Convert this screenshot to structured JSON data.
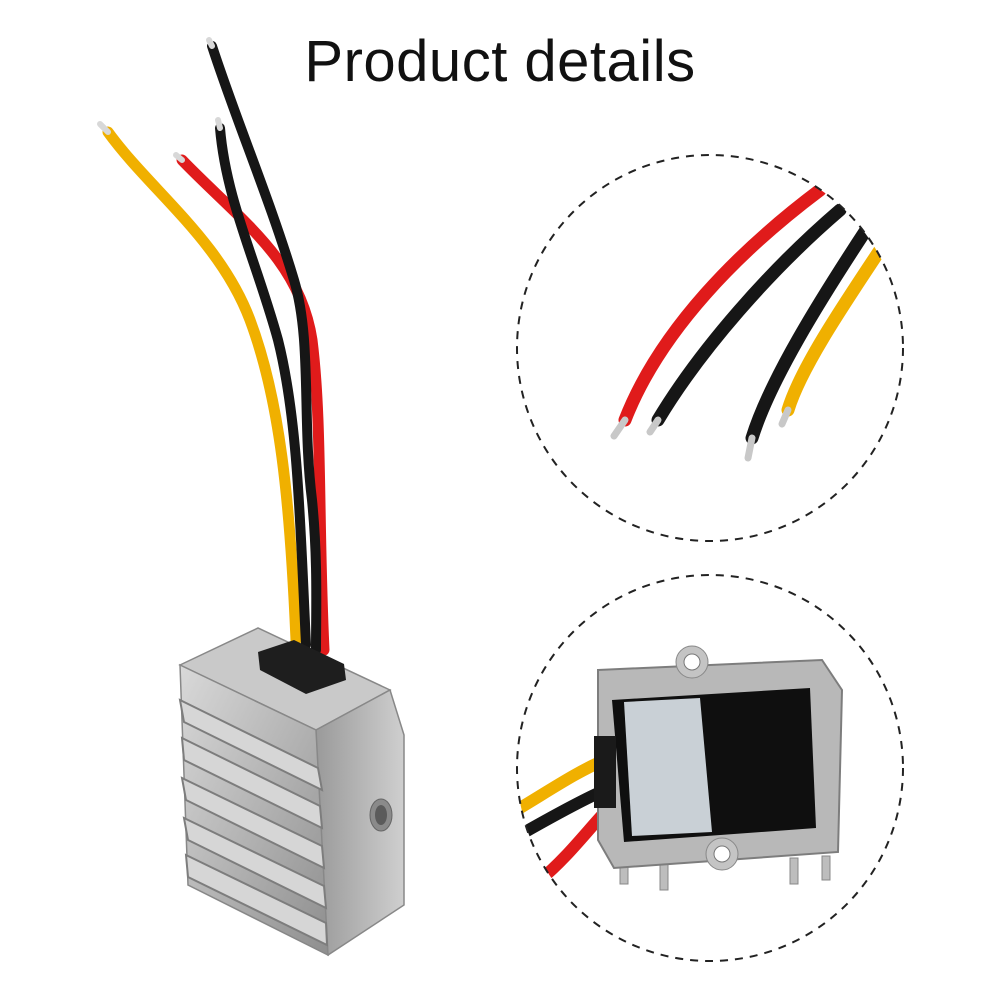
{
  "header": {
    "title": "Product details"
  },
  "product": {
    "wire_colors": {
      "red": "#e01b1b",
      "black": "#161616",
      "yellow": "#f0b000"
    },
    "housing_color": "#b9b9b9",
    "housing_shadow": "#8c8c8c",
    "label_color": "#c9d0d6"
  },
  "callouts": {
    "wires_detail": {
      "icon": "wire-ends-closeup"
    },
    "module_detail": {
      "icon": "module-backside-closeup"
    }
  }
}
